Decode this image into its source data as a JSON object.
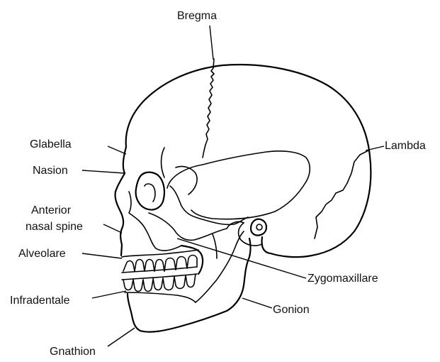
{
  "labels": {
    "bregma": "Bregma",
    "lambda": "Lambda",
    "glabella": "Glabella",
    "nasion": "Nasion",
    "anterior_nasal_spine_line1": "Anterior",
    "anterior_nasal_spine_line2": "nasal spine",
    "alveolare": "Alveolare",
    "zygomaxillare": "Zygomaxillare",
    "infradentale": "Infradentale",
    "gonion": "Gonion",
    "gnathion": "Gnathion"
  }
}
